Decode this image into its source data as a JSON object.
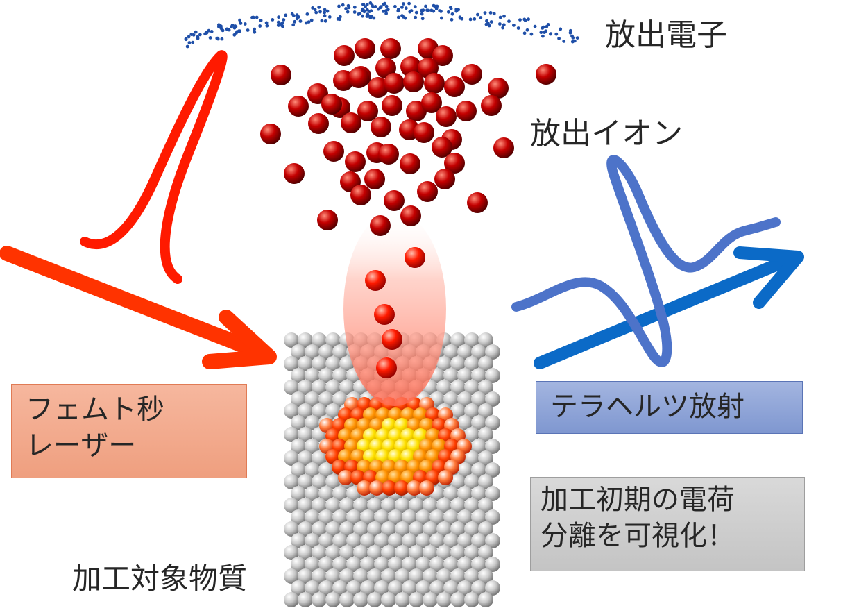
{
  "labels": {
    "emitted_electrons": "放出電子",
    "emitted_ions": "放出イオン",
    "target_material": "加工対象物質"
  },
  "boxes": {
    "femto_laser": [
      "フェムト秒",
      "レーザー"
    ],
    "terahertz": "テラヘルツ放射",
    "note": [
      "加工初期の電荷",
      "分離を可視化！"
    ]
  },
  "colors": {
    "laser": "#ff3300",
    "laser_pulse": "#ff1a00",
    "terahertz_arrow": "#0b6ac7",
    "terahertz_wave": "#4d73c9",
    "ion": "#c40000",
    "electron": "#1f4fa8",
    "atom": "#c8c8c8",
    "hot_core": "#ffe100",
    "hot_ring": "#ff8a00",
    "hot_edge": "#ff3c00"
  },
  "icons": {
    "laser_arrow": "arrow-icon",
    "terahertz_arrow": "arrow-icon"
  }
}
